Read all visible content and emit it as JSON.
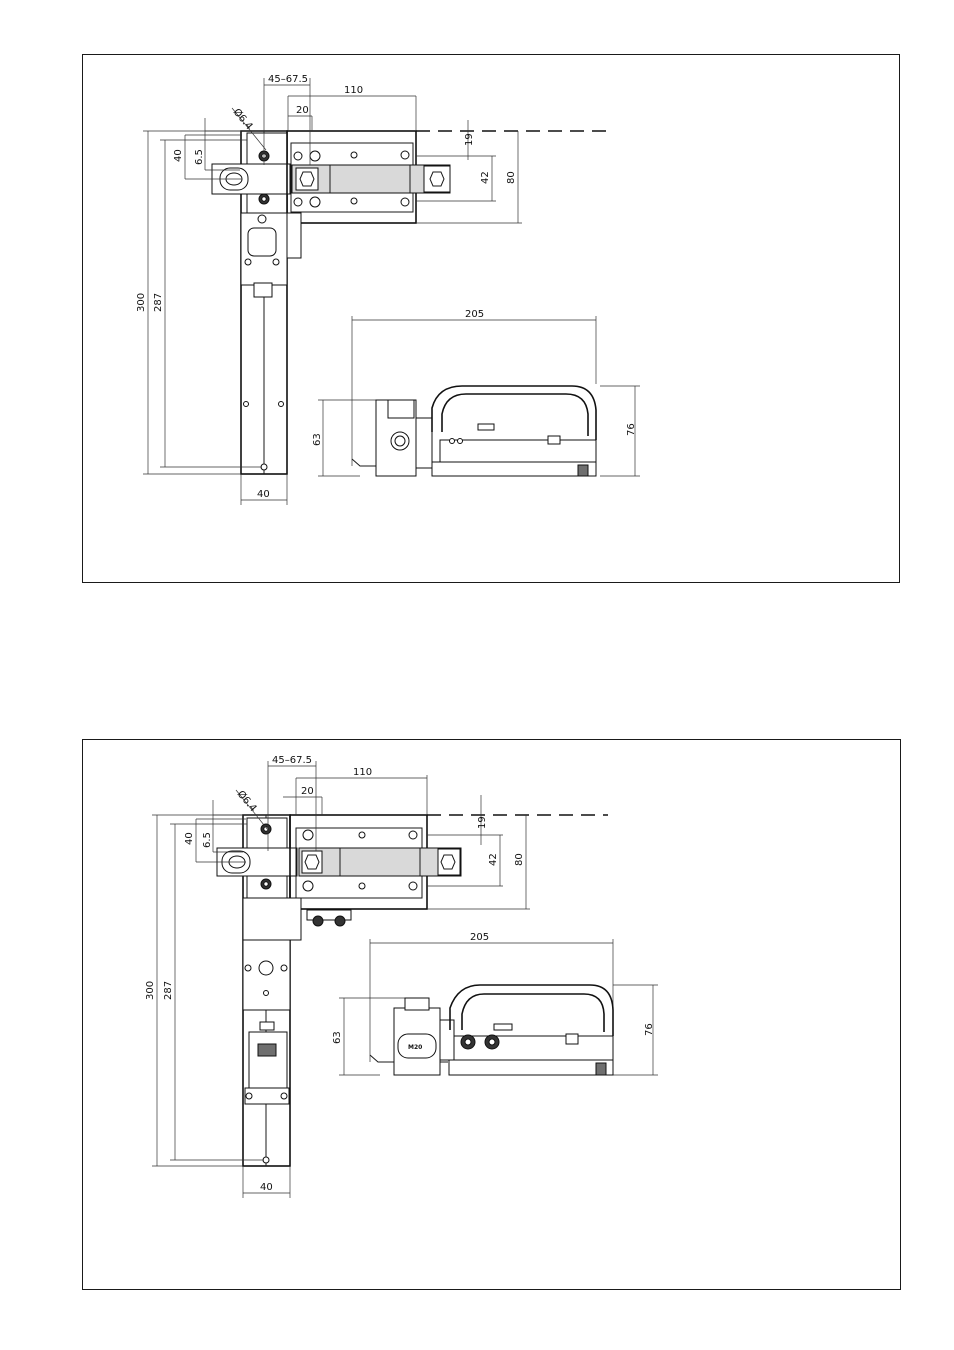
{
  "drawings": [
    {
      "id": "top",
      "dims": {
        "d_45_67": "45–67.5",
        "d_110": "110",
        "d_20": "20",
        "d_phi": "Ø6.4",
        "d_40a": "40",
        "d_6_5": "6.5",
        "d_19": "19",
        "d_42": "42",
        "d_80": "80",
        "d_300": "300",
        "d_287": "287",
        "d_40b": "40",
        "d_205": "205",
        "d_63": "63",
        "d_76": "76"
      }
    },
    {
      "id": "bottom",
      "dims": {
        "d_45_67": "45–67.5",
        "d_110": "110",
        "d_20": "20",
        "d_phi": "Ø6.4",
        "d_40a": "40",
        "d_6_5": "6.5",
        "d_19": "19",
        "d_42": "42",
        "d_80": "80",
        "d_300": "300",
        "d_287": "287",
        "d_40b": "40",
        "d_205": "205",
        "d_63": "63",
        "d_76": "76"
      },
      "labels": {
        "m20": "M20"
      }
    }
  ]
}
